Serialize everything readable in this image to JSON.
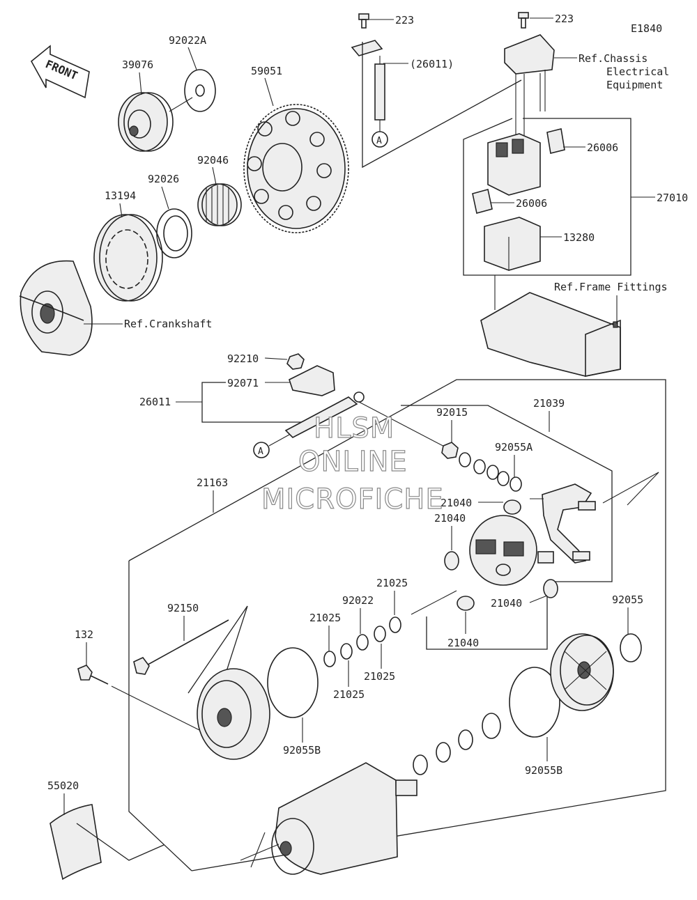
{
  "diagram_id": "E1840",
  "front_label": "FRONT",
  "watermark": {
    "line1": "HLSM",
    "line2": "ONLINE",
    "line3": "MICROFICHE"
  },
  "labels": {
    "p39076": "39076",
    "p92022a": "92022A",
    "p59051": "59051",
    "p223a": "223",
    "p223b": "223",
    "p26011_ref": "(26011)",
    "ref_chassis_1": "Ref.Chassis",
    "ref_chassis_2": "Electrical",
    "ref_chassis_3": "Equipment",
    "p92046": "92046",
    "p92026": "92026",
    "p13194": "13194",
    "p26006a": "26006",
    "p26006b": "26006",
    "p27010": "27010",
    "p13280": "13280",
    "ref_frame": "Ref.Frame Fittings",
    "ref_crank": "Ref.Crankshaft",
    "p92210": "92210",
    "p92071": "92071",
    "p26011": "26011",
    "callout_a": "A",
    "p92015": "92015",
    "p21039": "21039",
    "p92055a": "92055A",
    "p21163": "21163",
    "p21040a": "21040",
    "p21040b": "21040",
    "p21040c": "21040",
    "p21040d": "21040",
    "p21025a": "21025",
    "p92022": "92022",
    "p21025b": "21025",
    "p21025c": "21025",
    "p21025d": "21025",
    "p92150": "92150",
    "p132": "132",
    "p92055": "92055",
    "p92055b1": "92055B",
    "p92055b2": "92055B",
    "p55020": "55020"
  }
}
